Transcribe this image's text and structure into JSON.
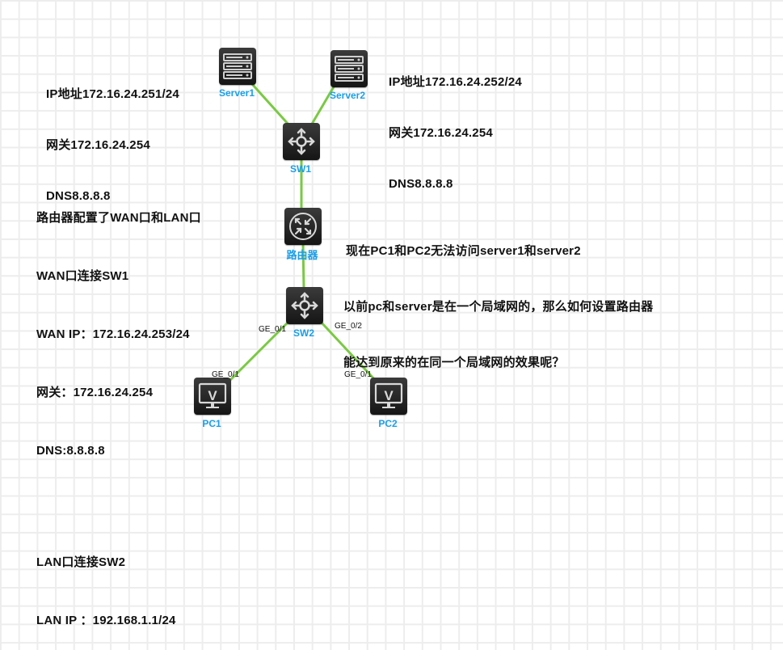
{
  "devices": {
    "server1": {
      "label": "Server1",
      "type": "server"
    },
    "server2": {
      "label": "Server2",
      "type": "server"
    },
    "sw1": {
      "label": "SW1",
      "type": "switch"
    },
    "router": {
      "label": "路由器",
      "type": "router"
    },
    "sw2": {
      "label": "SW2",
      "type": "switch"
    },
    "pc1": {
      "label": "PC1",
      "type": "pc"
    },
    "pc2": {
      "label": "PC2",
      "type": "pc"
    }
  },
  "links": [
    {
      "from": "server1",
      "to": "sw1"
    },
    {
      "from": "server2",
      "to": "sw1"
    },
    {
      "from": "sw1",
      "to": "router"
    },
    {
      "from": "router",
      "to": "sw2"
    },
    {
      "from": "sw2",
      "to": "pc1",
      "from_port": "GE_0/1",
      "to_port": "GE_0/1"
    },
    {
      "from": "sw2",
      "to": "pc2",
      "from_port": "GE_0/2",
      "to_port": "GE_0/1"
    }
  ],
  "link_color": "#7ac943",
  "label_color": "#1a9ee8",
  "notes": {
    "server1_info": [
      "IP地址172.16.24.251/24",
      "网关172.16.24.254",
      "DNS8.8.8.8"
    ],
    "server2_info": [
      "IP地址172.16.24.252/24",
      "网关172.16.24.254",
      "DNS8.8.8.8"
    ],
    "router_info": [
      "路由器配置了WAN口和LAN口",
      "WAN口连接SW1",
      "WAN IP：172.16.24.253/24",
      "网关：172.16.24.254",
      "DNS:8.8.8.8",
      "",
      "LAN口连接SW2",
      "LAN IP ：192.168.1.1/24"
    ],
    "question": [
      "现在PC1和PC2无法访问server1和server2",
      "以前pc和server是在一个局域网的，那么如何设置路由器",
      "能达到原来的在同一个局域网的效果呢？"
    ]
  }
}
